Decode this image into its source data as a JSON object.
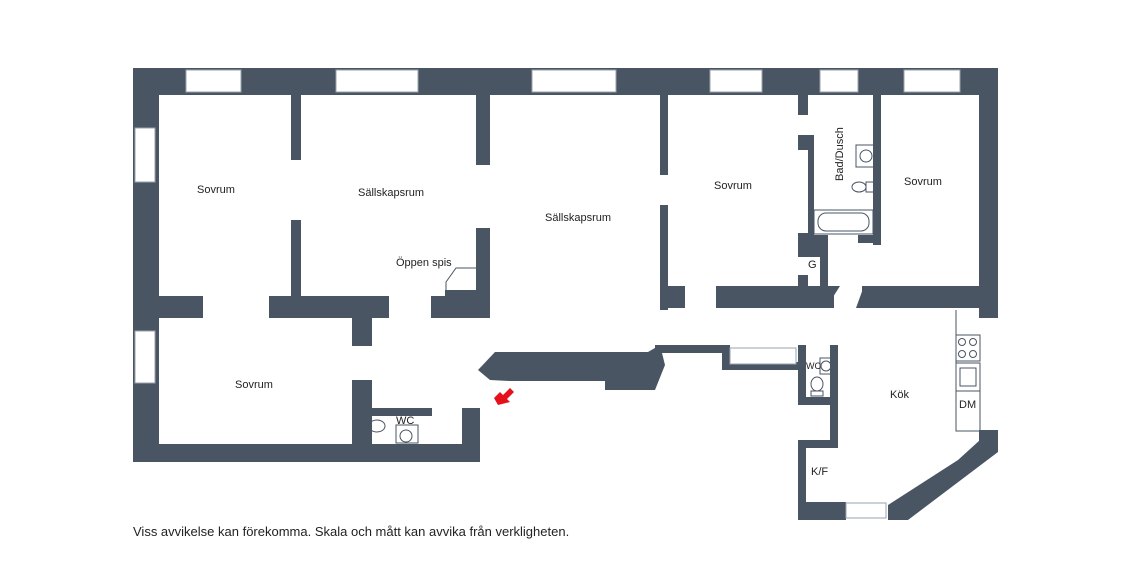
{
  "colors": {
    "wall": "#4a5563",
    "window_frame": "#9aa3ad",
    "fixture_stroke": "#4a5563",
    "entrance_arrow": "#e4101a"
  },
  "rooms": {
    "sovrum_nw": "Sovrum",
    "sallskapsrum_1": "Sällskapsrum",
    "sallskapsrum_2": "Sällskapsrum",
    "sovrum_center": "Sovrum",
    "bad_dusch": "Bad/Dusch",
    "sovrum_ne": "Sovrum",
    "oppen_spis": "Öppen spis",
    "g": "G",
    "sovrum_sw": "Sovrum",
    "wc_left": "WC",
    "wc_right": "WC",
    "kok": "Kök",
    "dm": "DM",
    "kf": "K/F"
  },
  "icons": {
    "entrance": "entrance-arrow-icon",
    "toilet": "toilet-icon",
    "sink": "sink-icon",
    "bathtub": "bathtub-icon",
    "stove": "stove-icon"
  },
  "disclaimer": "Viss avvikelse kan förekomma. Skala och mått kan avvika från verkligheten."
}
